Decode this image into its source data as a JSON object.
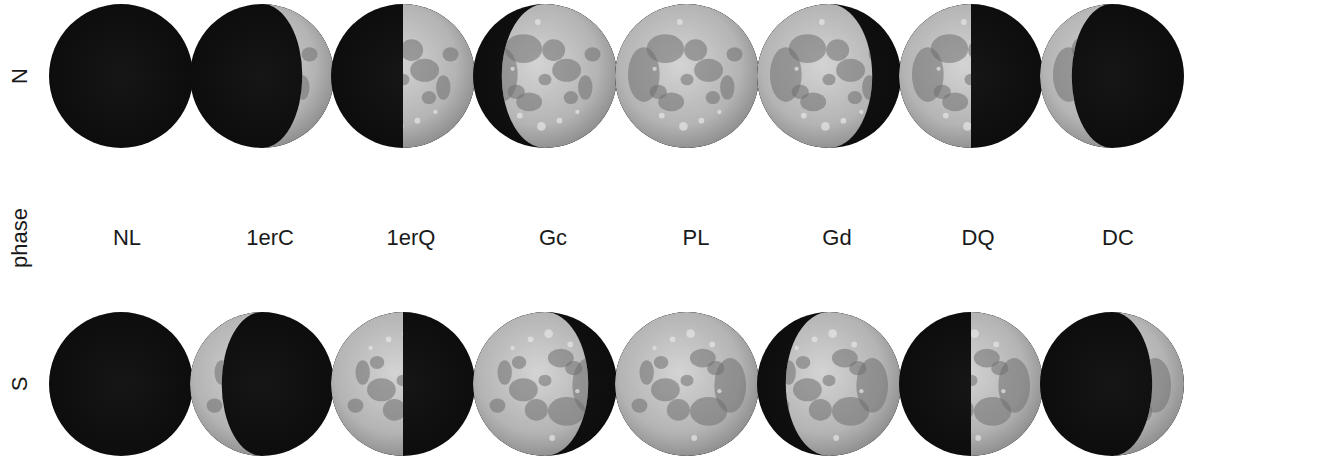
{
  "diagram": {
    "labels": [
      "N",
      "phase",
      "NL",
      "1erC",
      "1erQ",
      "Gc",
      "PL",
      "Gd",
      "DQ",
      "DC",
      "S"
    ]
  }
}
